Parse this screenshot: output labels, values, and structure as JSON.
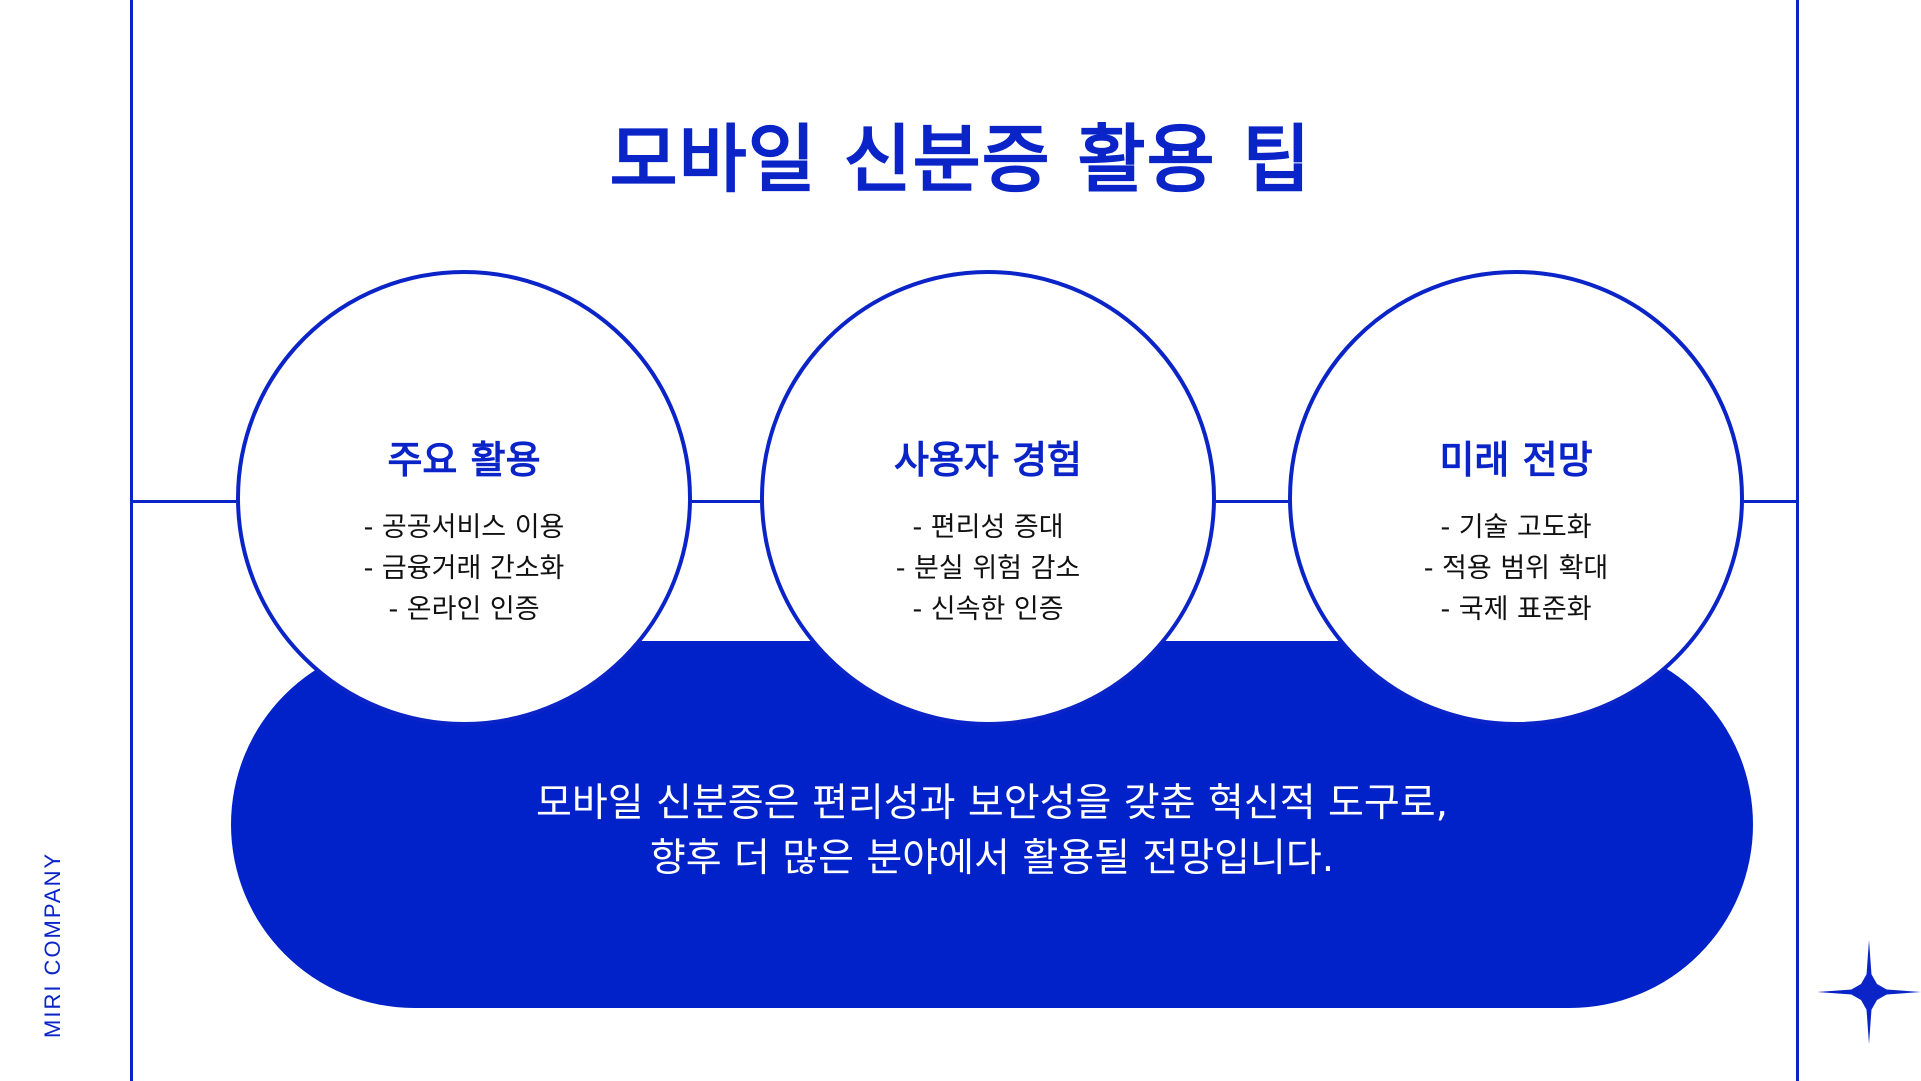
{
  "slide": {
    "title": "모바일 신분증 활용 팁",
    "brand": "MIRI COMPANY",
    "accent_color": "#0a24c8",
    "circles": [
      {
        "title": "주요 활용",
        "items": [
          "- 공공서비스 이용",
          "- 금융거래 간소화",
          "- 온라인 인증"
        ]
      },
      {
        "title": "사용자 경험",
        "items": [
          "- 편리성 증대",
          "- 분실 위험 감소",
          "- 신속한 인증"
        ]
      },
      {
        "title": "미래 전망",
        "items": [
          "- 기술 고도화",
          "- 적용 범위 확대",
          "- 국제 표준화"
        ]
      }
    ],
    "summary": {
      "line1": "모바일 신분증은 편리성과 보안성을 갖춘 혁신적 도구로,",
      "line2": "향후 더 많은 분야에서 활용될 전망입니다."
    },
    "decoration_icon": "sparkle-star-icon"
  }
}
